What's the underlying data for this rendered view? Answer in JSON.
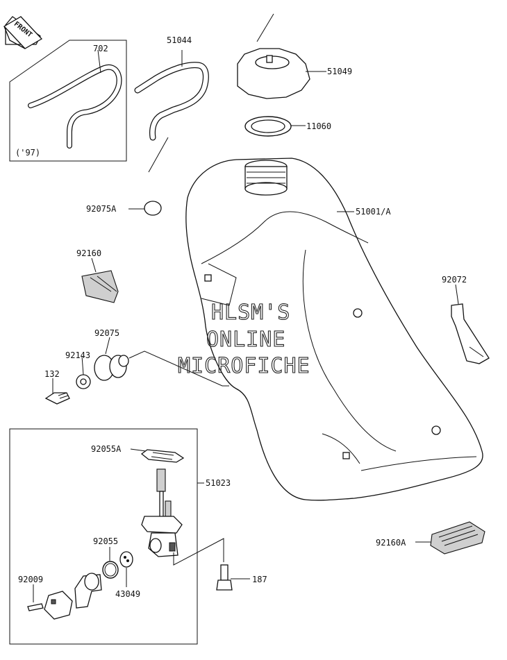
{
  "front_badge": "FRONT",
  "watermark": [
    "HLSM'S",
    "ONLINE",
    "MICROFICHE"
  ],
  "labels": {
    "p702": "702",
    "p97": "('97)",
    "p51044": "51044",
    "p51049": "51049",
    "p11060": "11060",
    "p92075A": "92075A",
    "p51001A": "51001/A",
    "p92160": "92160",
    "p92072": "92072",
    "p92075": "92075",
    "p92143": "92143",
    "p132": "132",
    "p92055A": "92055A",
    "p51023": "51023",
    "p92055": "92055",
    "p92009": "92009",
    "p43049": "43049",
    "p187": "187",
    "p92160A": "92160A"
  }
}
